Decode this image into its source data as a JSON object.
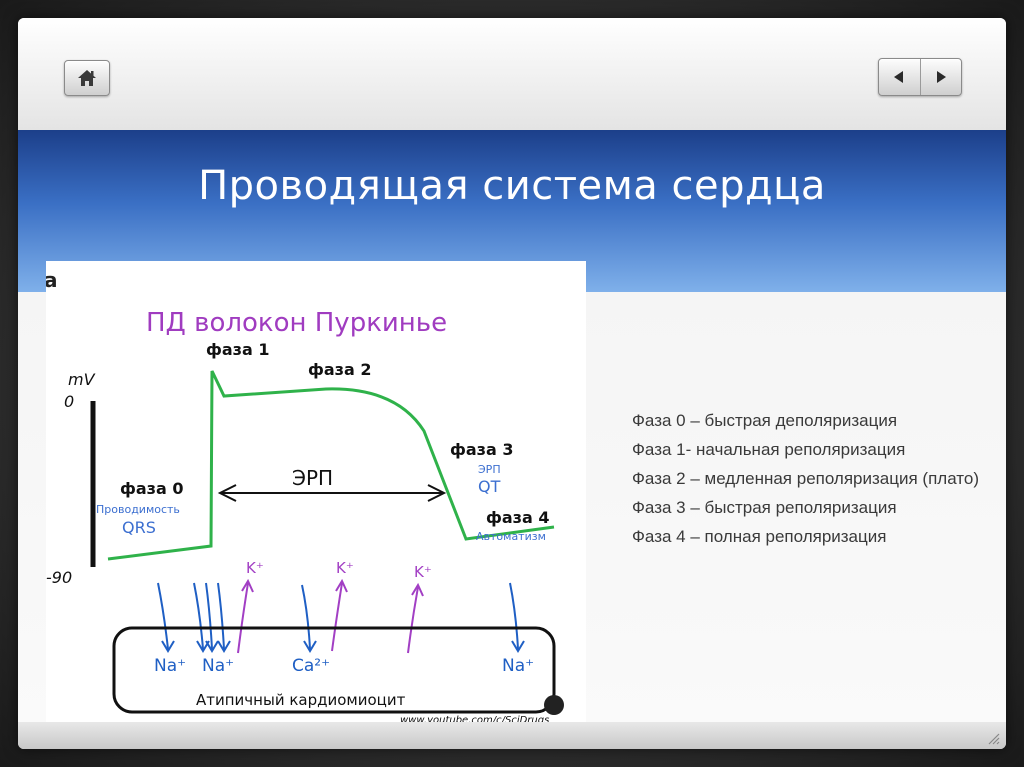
{
  "slide": {
    "title": "Проводящая система сердца",
    "colors": {
      "band_top": "#1c3f8a",
      "band_bottom": "#7fb0ea",
      "curve": "#2fb24a",
      "inward": "#1f5fc4",
      "outward": "#a23fc4",
      "heading": "#a03cc0"
    }
  },
  "nav": {
    "home_icon": "home-icon",
    "prev_icon": "triangle-left-icon",
    "next_icon": "triangle-right-icon"
  },
  "diagram": {
    "heading": "ПД волокон Пуркинье",
    "axis_unit": "mV",
    "axis_top": "0",
    "axis_bottom": "-90",
    "phase1": "фаза 1",
    "phase2": "фаза 2",
    "phase3": "фаза 3",
    "phase3_erp": "ЭРП",
    "phase3_sub": "QT",
    "phase0": "фаза 0",
    "phase0_sub1": "Проводимость",
    "phase0_sub2": "QRS",
    "phase4": "фаза 4",
    "phase4_sub": "Автоматизм",
    "erp": "ЭРП",
    "ions": {
      "k1": "K⁺",
      "k2": "K⁺",
      "k3": "K⁺",
      "na1": "Na⁺",
      "na2": "Na⁺",
      "ca": "Ca²⁺",
      "na3": "Na⁺"
    },
    "cell_label": "Атипичный кардиомиоцит",
    "watermark": "www.youtube.com/c/SciDrugs",
    "corner_fragment": "а"
  },
  "phases": [
    "Фаза 0 – быстрая деполяризация",
    "Фаза 1- начальная реполяризация",
    "Фаза 2 – медленная реполяризация (плато)",
    "Фаза 3 – быстрая реполяризация",
    "Фаза 4 – полная реполяризация"
  ]
}
